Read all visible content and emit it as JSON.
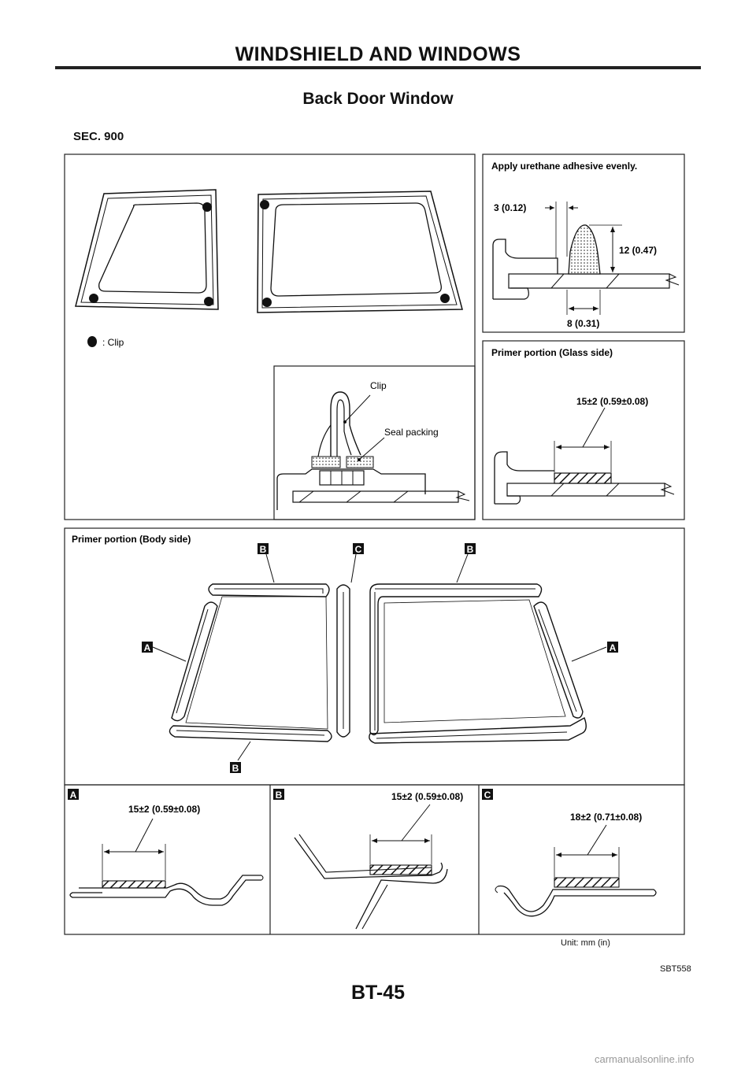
{
  "header": {
    "section_title": "WINDSHIELD AND WINDOWS"
  },
  "page": {
    "title": "Back Door Window",
    "sec_label": "SEC. 900",
    "unit_note": "Unit: mm (in)",
    "figure_code": "SBT558",
    "page_number": "BT-45",
    "watermark": "carmanualsonline.info"
  },
  "panels": {
    "clip_legend": ": Clip",
    "adhesive": {
      "title": "Apply urethane adhesive evenly.",
      "dim_width": "3 (0.12)",
      "dim_height": "12 (0.47)",
      "dim_base": "8 (0.31)"
    },
    "clip_detail": {
      "clip_label": "Clip",
      "seal_label": "Seal packing"
    },
    "primer_glass": {
      "title": "Primer portion (Glass side)",
      "dim": "15±2 (0.59±0.08)"
    },
    "primer_body": {
      "title": "Primer portion (Body side)"
    },
    "details": [
      {
        "marker": "A",
        "dim": "15±2 (0.59±0.08)"
      },
      {
        "marker": "B",
        "dim": "15±2 (0.59±0.08)"
      },
      {
        "marker": "C",
        "dim": "18±2 (0.71±0.08)"
      }
    ],
    "markers": {
      "a": "A",
      "b": "B",
      "c": "C"
    }
  }
}
